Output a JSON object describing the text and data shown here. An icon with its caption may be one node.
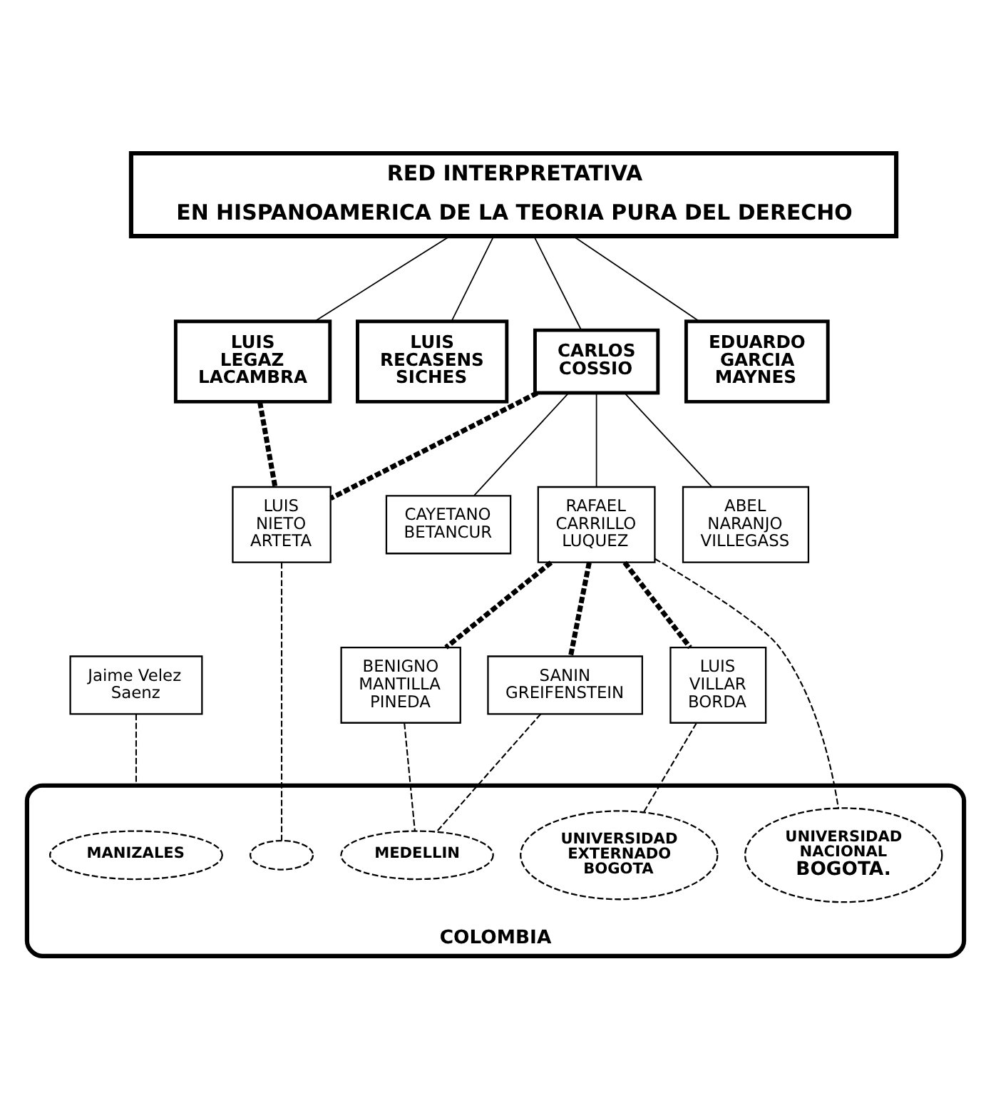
{
  "diagram": {
    "nodes": [
      {
        "text": [
          "RED INTERPRETATIVA",
          "EN HISPANOAMERICA DE LA TEORIA PURA DEL DERECHO"
        ]
      },
      {
        "text": [
          "LUIS LEGAZ LACAMBRA"
        ]
      },
      {
        "text": [
          "LUIS RECASENS SICHES"
        ]
      },
      {
        "text": [
          "CARLOS COSSIO"
        ]
      },
      {
        "text": [
          "EDUARDO GARCIA MAYNES"
        ]
      },
      {
        "text": [
          "LUIS NIETO ARTETA"
        ]
      },
      {
        "text": [
          "CAYETANO BETANCUR"
        ]
      },
      {
        "text": [
          "RAFAEL CARRILLO LUQUEZ"
        ]
      },
      {
        "text": [
          "ABEL NARANJO VILLEGASS"
        ]
      },
      {
        "text": [
          "Jaime Velez Saenz"
        ]
      },
      {
        "text": [
          "BENIGNO MANTILLA PINEDA"
        ]
      },
      {
        "text": [
          "SANIN GREIFENSTEIN"
        ]
      },
      {
        "text": [
          "LUIS VILLAR BORDA"
        ]
      },
      {
        "text": [
          "COLOMBIA"
        ]
      },
      {
        "text": [
          "MANIZALES"
        ],
        "in": 13
      },
      {
        "text": [],
        "shape": "ellipse",
        "in": 13
      },
      {
        "text": [
          "MEDELLIN"
        ],
        "in": 13
      },
      {
        "text": [
          "UNIVERSIDAD NACIONAL",
          "BOGOTA."
        ],
        "in": 13
      },
      {
        "text": [
          "UNIVERSIDAD EXTERNADO BOGOTA"
        ],
        "in": 13
      }
    ],
    "edges": [
      {
        "from": 0,
        "to": 1,
        "arrow": "none"
      },
      {
        "from": 0,
        "to": 2,
        "arrow": "none"
      },
      {
        "from": 0,
        "to": 3,
        "arrow": "none"
      },
      {
        "from": 0,
        "to": 4,
        "arrow": "none"
      },
      {
        "from": 1,
        "to": 5,
        "arrow": "none",
        "style": "dashed"
      },
      {
        "from": 3,
        "to": 5,
        "arrow": "none",
        "style": "dashed"
      },
      {
        "from": 3,
        "to": 6,
        "arrow": "none"
      },
      {
        "from": 3,
        "to": 7,
        "arrow": "none"
      },
      {
        "from": 3,
        "to": 8,
        "arrow": "none"
      },
      {
        "from": 7,
        "to": 10,
        "arrow": "none",
        "style": "dashed"
      },
      {
        "from": 7,
        "to": 11,
        "arrow": "none",
        "style": "dashed"
      },
      {
        "from": 7,
        "to": 17,
        "arrow": "none",
        "style": "dashed"
      },
      {
        "from": 7,
        "to": 12,
        "arrow": "none",
        "style": "dashed"
      },
      {
        "from": 9,
        "to": 13,
        "arrow": "none",
        "style": "dashed"
      },
      {
        "from": 5,
        "to": 15,
        "arrow": "none",
        "style": "dashed"
      },
      {
        "from": 10,
        "to": 16,
        "arrow": "none",
        "style": "dashed"
      },
      {
        "from": 11,
        "to": 16,
        "arrow": "none",
        "style": "dashed"
      },
      {
        "from": 12,
        "to": 18,
        "arrow": "none",
        "style": "dashed"
      }
    ]
  }
}
